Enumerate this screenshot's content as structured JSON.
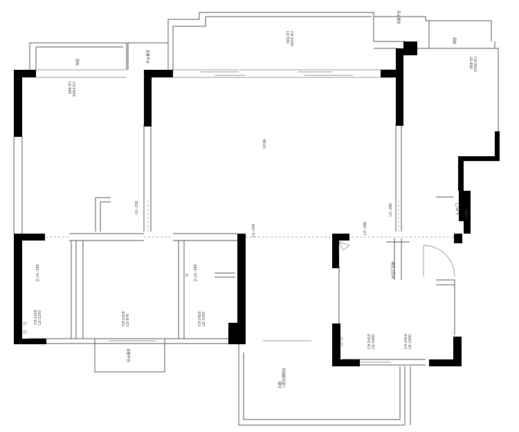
{
  "labels": {
    "balcony_top": "CH:3240\nLD:500",
    "equip_top_right": "设备平台",
    "kitchen_top_right": "厨房",
    "kitchen_top_right_dims": "CH:3010\nLD:600",
    "kitchen_top_left": "厨房",
    "equip_top_left": "设备平台",
    "bedroom_left_dims": "CH:1940\nLD:600",
    "living_center": "GY(Ⅲ)",
    "lx_left": "LX:-230",
    "lx_mid": "LX:-250",
    "lx_right": "LX:-280",
    "lx_right2": "LX:-280",
    "entry": "入户门",
    "entry_sub": "LOBBY",
    "bed_sw_label": "卫 LX:-280",
    "bed_sw_dims": "CH:1410\nLD:1250",
    "bed_mid_dims": "CH:1410\nLD:976",
    "bath_label": "卫 LX:-280",
    "bath_dims": "CH:1410\nLD:1250",
    "equip_bottom": "设备平台",
    "stair_label": "通往卫生间",
    "bottom_right_dims1": "CH:1410\nLD:1000",
    "bottom_right_dims2": "CH:1410\nLD:1000",
    "bottom_balcony": "北面\n二层北侧阳台"
  }
}
